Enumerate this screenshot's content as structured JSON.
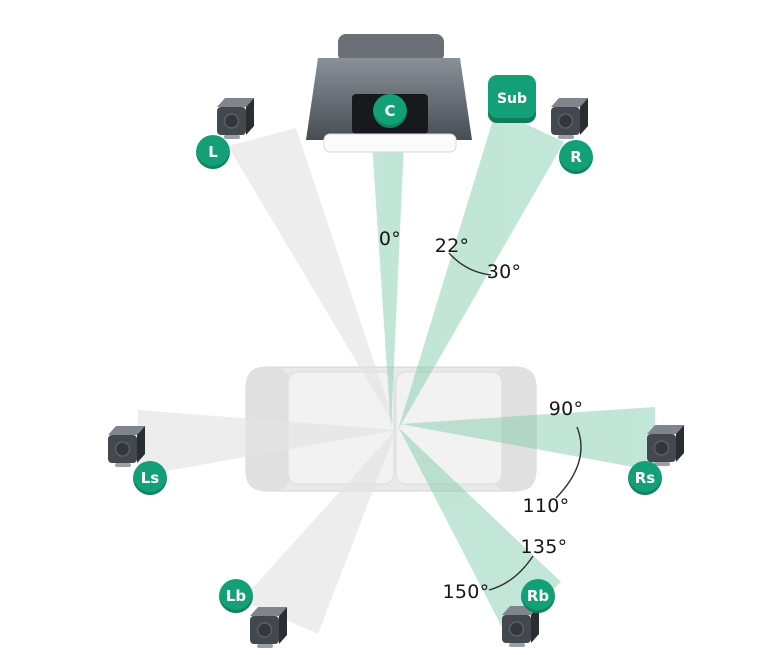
{
  "colors": {
    "accent_green": "#14A076",
    "beam_green": "#7FCBAB",
    "beam_gray": "#E4E4E4"
  },
  "speakers": {
    "c": {
      "label": "C"
    },
    "sub": {
      "label": "Sub"
    },
    "l": {
      "label": "L"
    },
    "r": {
      "label": "R"
    },
    "ls": {
      "label": "Ls"
    },
    "rs": {
      "label": "Rs"
    },
    "lb": {
      "label": "Lb"
    },
    "rb": {
      "label": "Rb"
    }
  },
  "angles": {
    "front": "0°",
    "a22": "22°",
    "a30": "30°",
    "a90": "90°",
    "a110": "110°",
    "a135": "135°",
    "a150": "150°"
  }
}
